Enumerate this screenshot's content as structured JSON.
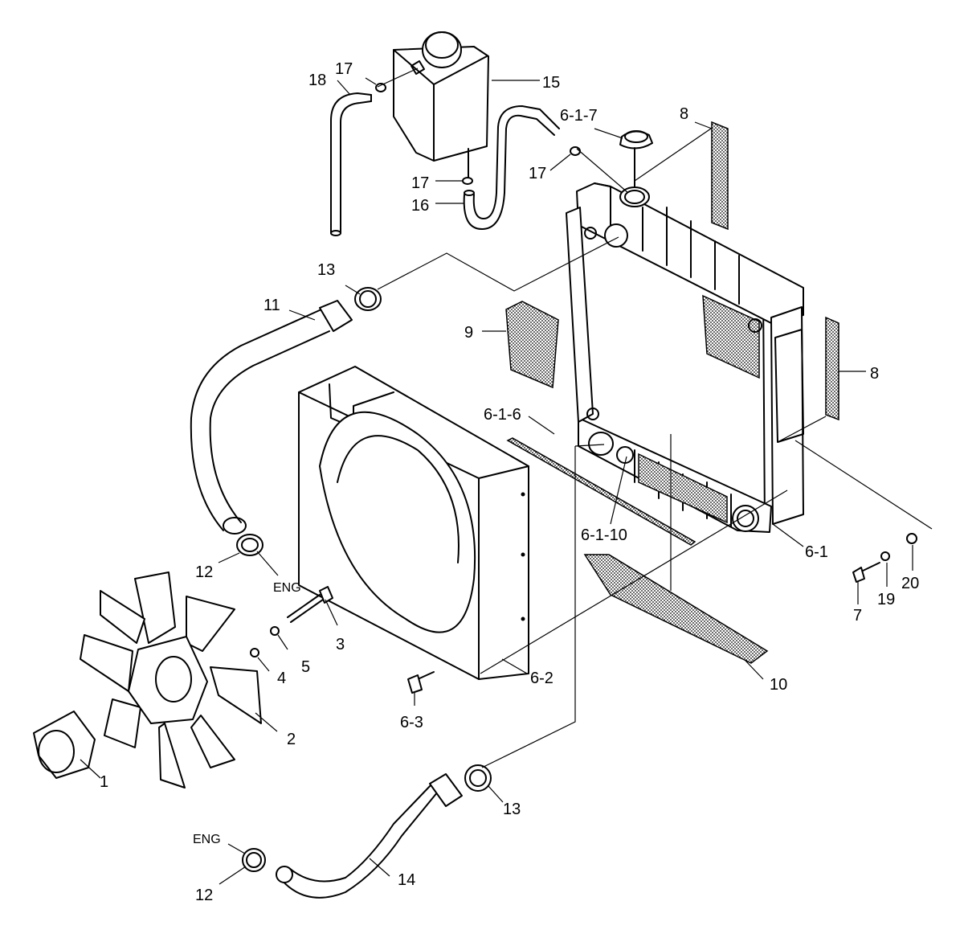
{
  "labels": {
    "l1": "1",
    "l2": "2",
    "l3": "3",
    "l4": "4",
    "l5": "5",
    "l6_1": "6-1",
    "l6_2": "6-2",
    "l6_3": "6-3",
    "l6_1_6": "6-1-6",
    "l6_1_7": "6-1-7",
    "l6_1_10": "6-1-10",
    "l7": "7",
    "l8a": "8",
    "l8b": "8",
    "l9": "9",
    "l10": "10",
    "l11": "11",
    "l12a": "12",
    "l12b": "12",
    "l13a": "13",
    "l13b": "13",
    "l14": "14",
    "l15": "15",
    "l16": "16",
    "l17a": "17",
    "l17b": "17",
    "l17c": "17",
    "l18": "18",
    "l19": "19",
    "l20": "20",
    "eng_a": "ENG",
    "eng_b": "ENG"
  }
}
